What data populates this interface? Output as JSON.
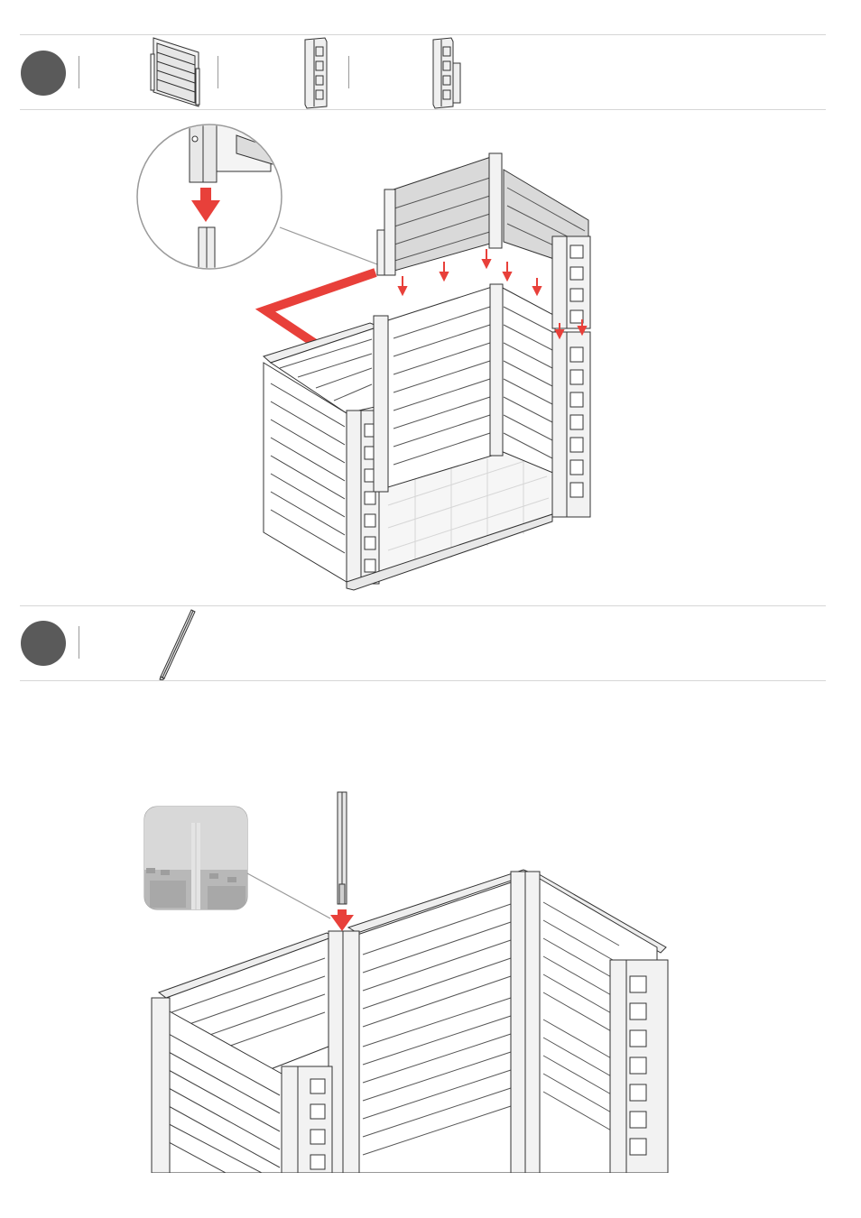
{
  "colors": {
    "step_badge": "#5a5a5a",
    "accent_arrow": "#e8403a",
    "line": "#333333",
    "divider": "#d6d6d6",
    "panel_fill": "#d9d9d9"
  },
  "steps": [
    {
      "badge_icon": "step-number-circle",
      "parts": [
        "wall-panel-icon",
        "corner-post-icon",
        "end-post-icon"
      ],
      "illustration": "attach-upper-wall-panels-onto-lower-box"
    },
    {
      "badge_icon": "step-number-circle",
      "parts": [
        "metal-rod-icon"
      ],
      "illustration": "insert-rod-into-post"
    }
  ]
}
